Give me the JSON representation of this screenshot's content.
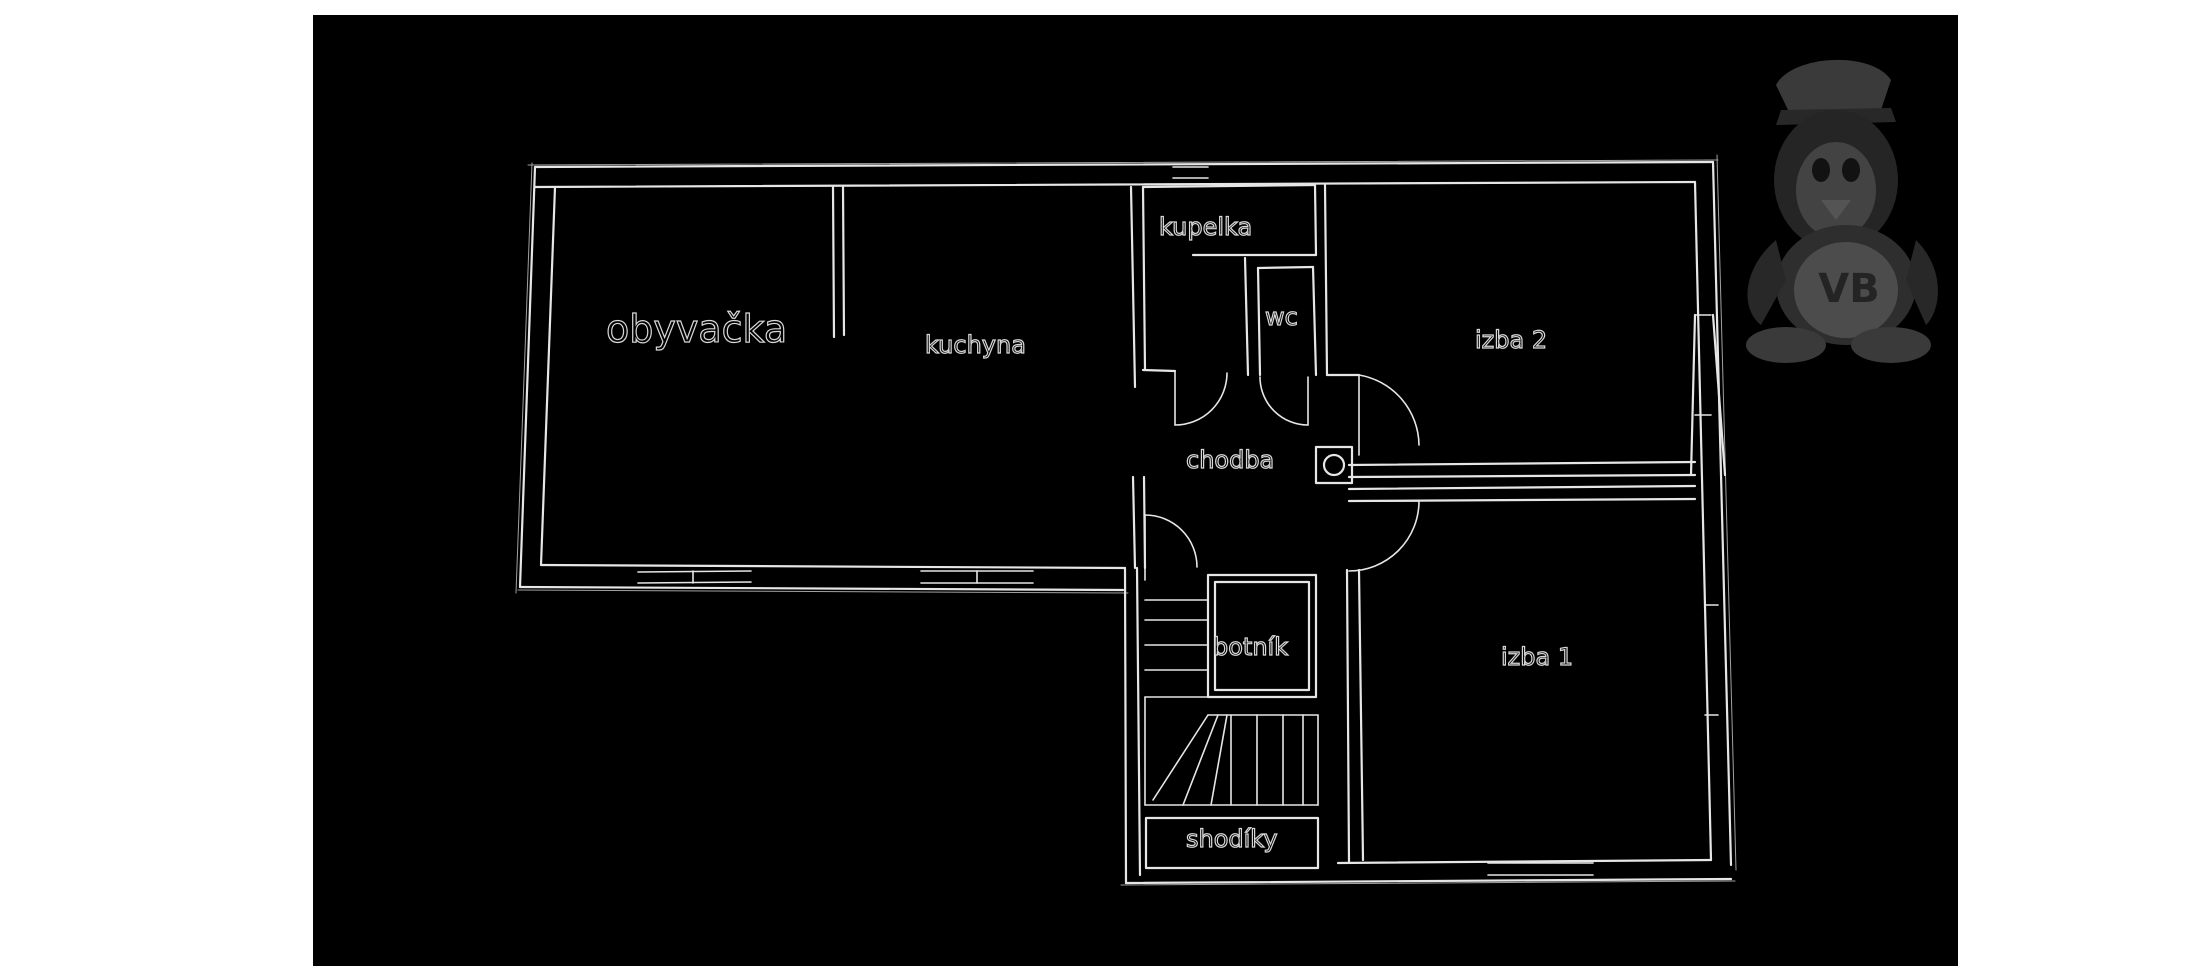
{
  "floor_plan": {
    "rooms": {
      "obyvacka": "obyvačka",
      "kuchyna": "kuchyna",
      "kupelka": "kupelka",
      "wc": "wc",
      "izba2": "izba 2",
      "chodba": "chodba",
      "botnik": "botník",
      "izba1": "izba 1",
      "shodiky": "shodíky"
    }
  },
  "watermark": {
    "logo_text": "VB"
  },
  "colors": {
    "background": "#000000",
    "line": "#e6e6e6",
    "page": "#ffffff"
  }
}
